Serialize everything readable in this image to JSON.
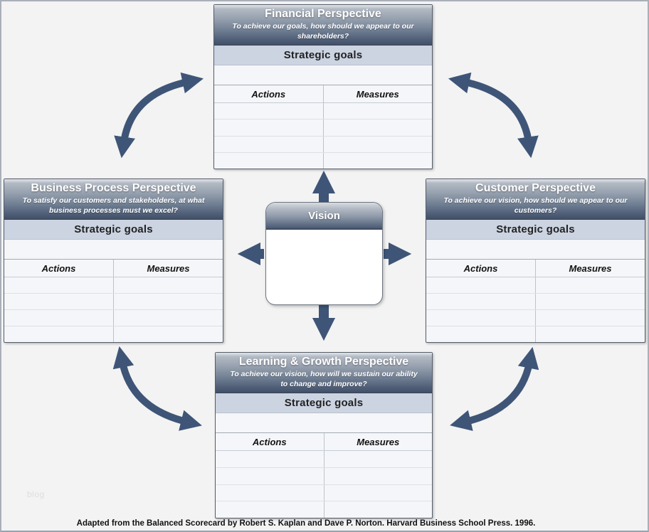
{
  "page": {
    "watermark": "blog",
    "footer": "Adapted from the Balanced Scorecard by Robert S. Kaplan and Dave P. Norton. Harvard Business School Press. 1996."
  },
  "vision": {
    "title": "Vision"
  },
  "panels": {
    "financial": {
      "title": "Financial Perspective",
      "subtitle": "To achieve our goals, how should we appear to our shareholders?",
      "strategic_goals_label": "Strategic goals",
      "actions_label": "Actions",
      "measures_label": "Measures"
    },
    "business": {
      "title": "Business Process Perspective",
      "subtitle": "To satisfy our customers and stakeholders, at what business processes must we excel?",
      "strategic_goals_label": "Strategic goals",
      "actions_label": "Actions",
      "measures_label": "Measures"
    },
    "customer": {
      "title": "Customer Perspective",
      "subtitle": "To achieve our vision, how should we appear to our customers?",
      "strategic_goals_label": "Strategic goals",
      "actions_label": "Actions",
      "measures_label": "Measures"
    },
    "learning": {
      "title": "Learning & Growth Perspective",
      "subtitle": "To achieve our vision, how will we sustain our ability to change and improve?",
      "strategic_goals_label": "Strategic goals",
      "actions_label": "Actions",
      "measures_label": "Measures"
    }
  },
  "colors": {
    "arrow": "#3e5577",
    "strategic_band": "#ccd4e2",
    "header_gradient_top": "#b2b9c3",
    "header_gradient_bottom": "#414f66",
    "background": "#f3f3f3"
  }
}
